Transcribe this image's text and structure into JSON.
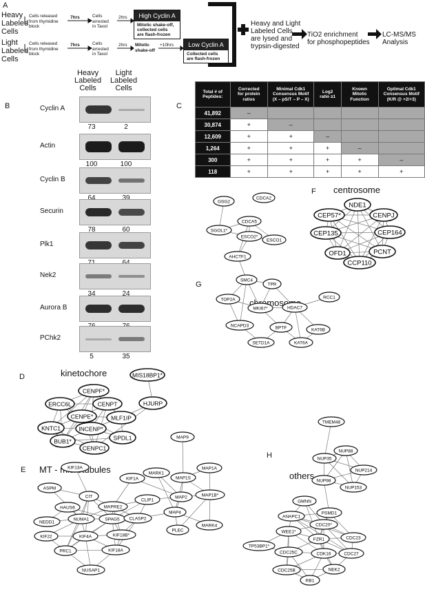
{
  "panels": {
    "A": "A",
    "B": "B",
    "C": "C",
    "D": "D",
    "E": "E",
    "F": "F",
    "G": "G",
    "H": "H"
  },
  "flow": {
    "heavy_label": "Heavy\nLabeled\nCells",
    "light_label": "Light\nLabeled\nCells",
    "released": "Cells released\nfrom thymidine\nblock",
    "seven_hrs": "7hrs",
    "arrested": "Cells\narrested\nin Taxol",
    "two_hrs": "2hrs",
    "mitotic_shakeoff": "Mitotic\nshake-off",
    "ten_hrs": "+10hrs",
    "high_cyclin": "High Cyclin A",
    "high_cyclin_note": "Mitotic shake-off,\ncollected cells\nare flash-frozen",
    "low_cyclin": "Low Cyclin A",
    "low_cyclin_note": "Collected cells\nare flash-frozen",
    "lysed": "Heavy and Light\nLabeled Cells\nare lysed and\ntrypsin-digested",
    "tio2": "TiO2 enrichment\nfor phosphopeptides",
    "lcms": "LC-MS/MS\nAnalysis"
  },
  "blot": {
    "col_heavy": "Heavy\nLabeled\nCells",
    "col_light": "Light\nLabeled\nCells",
    "rows": [
      {
        "name": "Cyclin A",
        "heavy": "73",
        "light": "2",
        "h": 0.73,
        "l": 0.02
      },
      {
        "name": "Actin",
        "heavy": "100",
        "light": "100",
        "h": 1.0,
        "l": 1.0
      },
      {
        "name": "Cyclin B",
        "heavy": "64",
        "light": "39",
        "h": 0.64,
        "l": 0.39
      },
      {
        "name": "Securin",
        "heavy": "78",
        "light": "60",
        "h": 0.78,
        "l": 0.6
      },
      {
        "name": "Plk1",
        "heavy": "71",
        "light": "64",
        "h": 0.71,
        "l": 0.64
      },
      {
        "name": "Nek2",
        "heavy": "34",
        "light": "24",
        "h": 0.34,
        "l": 0.24
      },
      {
        "name": "Aurora B",
        "heavy": "76",
        "light": "76",
        "h": 0.76,
        "l": 0.76
      },
      {
        "name": "PChk2",
        "heavy": "5",
        "light": "35",
        "h": 0.05,
        "l": 0.35
      }
    ]
  },
  "table": {
    "headers": [
      "Total # of\nPeptides:",
      "Corrected\nfor protein\nratios",
      "Minimal Cdk1\nConsensus Motif\n(X – pS/T – P – X)",
      "Log2\nratio ≥1",
      "Known\nMitotic\nFunction",
      "Optimal Cdk1\nConsensus Motif\n(K/R @ +2/+3)"
    ],
    "rows": [
      {
        "count": "41,892",
        "cells": [
          "–",
          "",
          "",
          "",
          ""
        ]
      },
      {
        "count": "30,874",
        "cells": [
          "+",
          "–",
          "",
          "",
          ""
        ]
      },
      {
        "count": "12,609",
        "cells": [
          "+",
          "+",
          "–",
          "",
          ""
        ]
      },
      {
        "count": "1,264",
        "cells": [
          "+",
          "+",
          "+",
          "–",
          ""
        ]
      },
      {
        "count": "300",
        "cells": [
          "+",
          "+",
          "+",
          "+",
          "–"
        ]
      },
      {
        "count": "118",
        "cells": [
          "+",
          "+",
          "+",
          "+",
          "+"
        ]
      }
    ]
  },
  "networks": {
    "kinetochore": {
      "title": "kinetochore",
      "nodes": [
        "CENPF*",
        "MIS18BP1*",
        "ERCC6L",
        "CENPT",
        "HJURP",
        "CENPE*",
        "MLF1IP",
        "KNTC1",
        "INCENP*",
        "SPDL1",
        "BUB1*",
        "CENPC1"
      ]
    },
    "mt": {
      "title": "MT - microtubules",
      "nodes": [
        "MAP9",
        "KIF13A",
        "MARK1",
        "MAP1S",
        "MAP1A",
        "KIF1A",
        "ASPM",
        "CIT",
        "MAP2",
        "MAP1B*",
        "HAUS6",
        "MAPRE2",
        "CLIP1",
        "MAP4",
        "NEDD1",
        "NUMA1",
        "SPAG5",
        "CLASP2",
        "MARK4",
        "PLEC",
        "KIF22",
        "KIF4A",
        "KIF18B*",
        "PRC1",
        "KIF18A",
        "NUSAP1"
      ]
    },
    "centrosome": {
      "title": "centrosome",
      "nodes": [
        "NDE1",
        "CEP57*",
        "CENPJ",
        "CEP135",
        "CEP164",
        "OFD1",
        "PCNT",
        "CCP110"
      ]
    },
    "chromosome": {
      "title": "chromosome",
      "nodes": [
        "GSG2",
        "CDCA2",
        "SGOL1*",
        "CDCA5",
        "ESCO2*",
        "ESCO1",
        "AHCTF1",
        "SMC4",
        "TPR",
        "TOP2A",
        "MKI67*",
        "HDAC7",
        "RCC1",
        "NCAPD3",
        "BPTF",
        "SETD1A",
        "KAT6A",
        "KAT6B"
      ]
    },
    "others": {
      "title": "others",
      "nodes": [
        "TMEM48",
        "NUP88",
        "NUP35",
        "NUP214",
        "NUP98",
        "NUP153",
        "GMNN",
        "PSMD1",
        "ANAPC1",
        "CDC20*",
        "WEE1*",
        "FZR1",
        "CDC23",
        "TP53BP1*",
        "CDC25C",
        "CDK16",
        "CDC27",
        "CDC25B",
        "NEK2",
        "RB1"
      ]
    }
  }
}
